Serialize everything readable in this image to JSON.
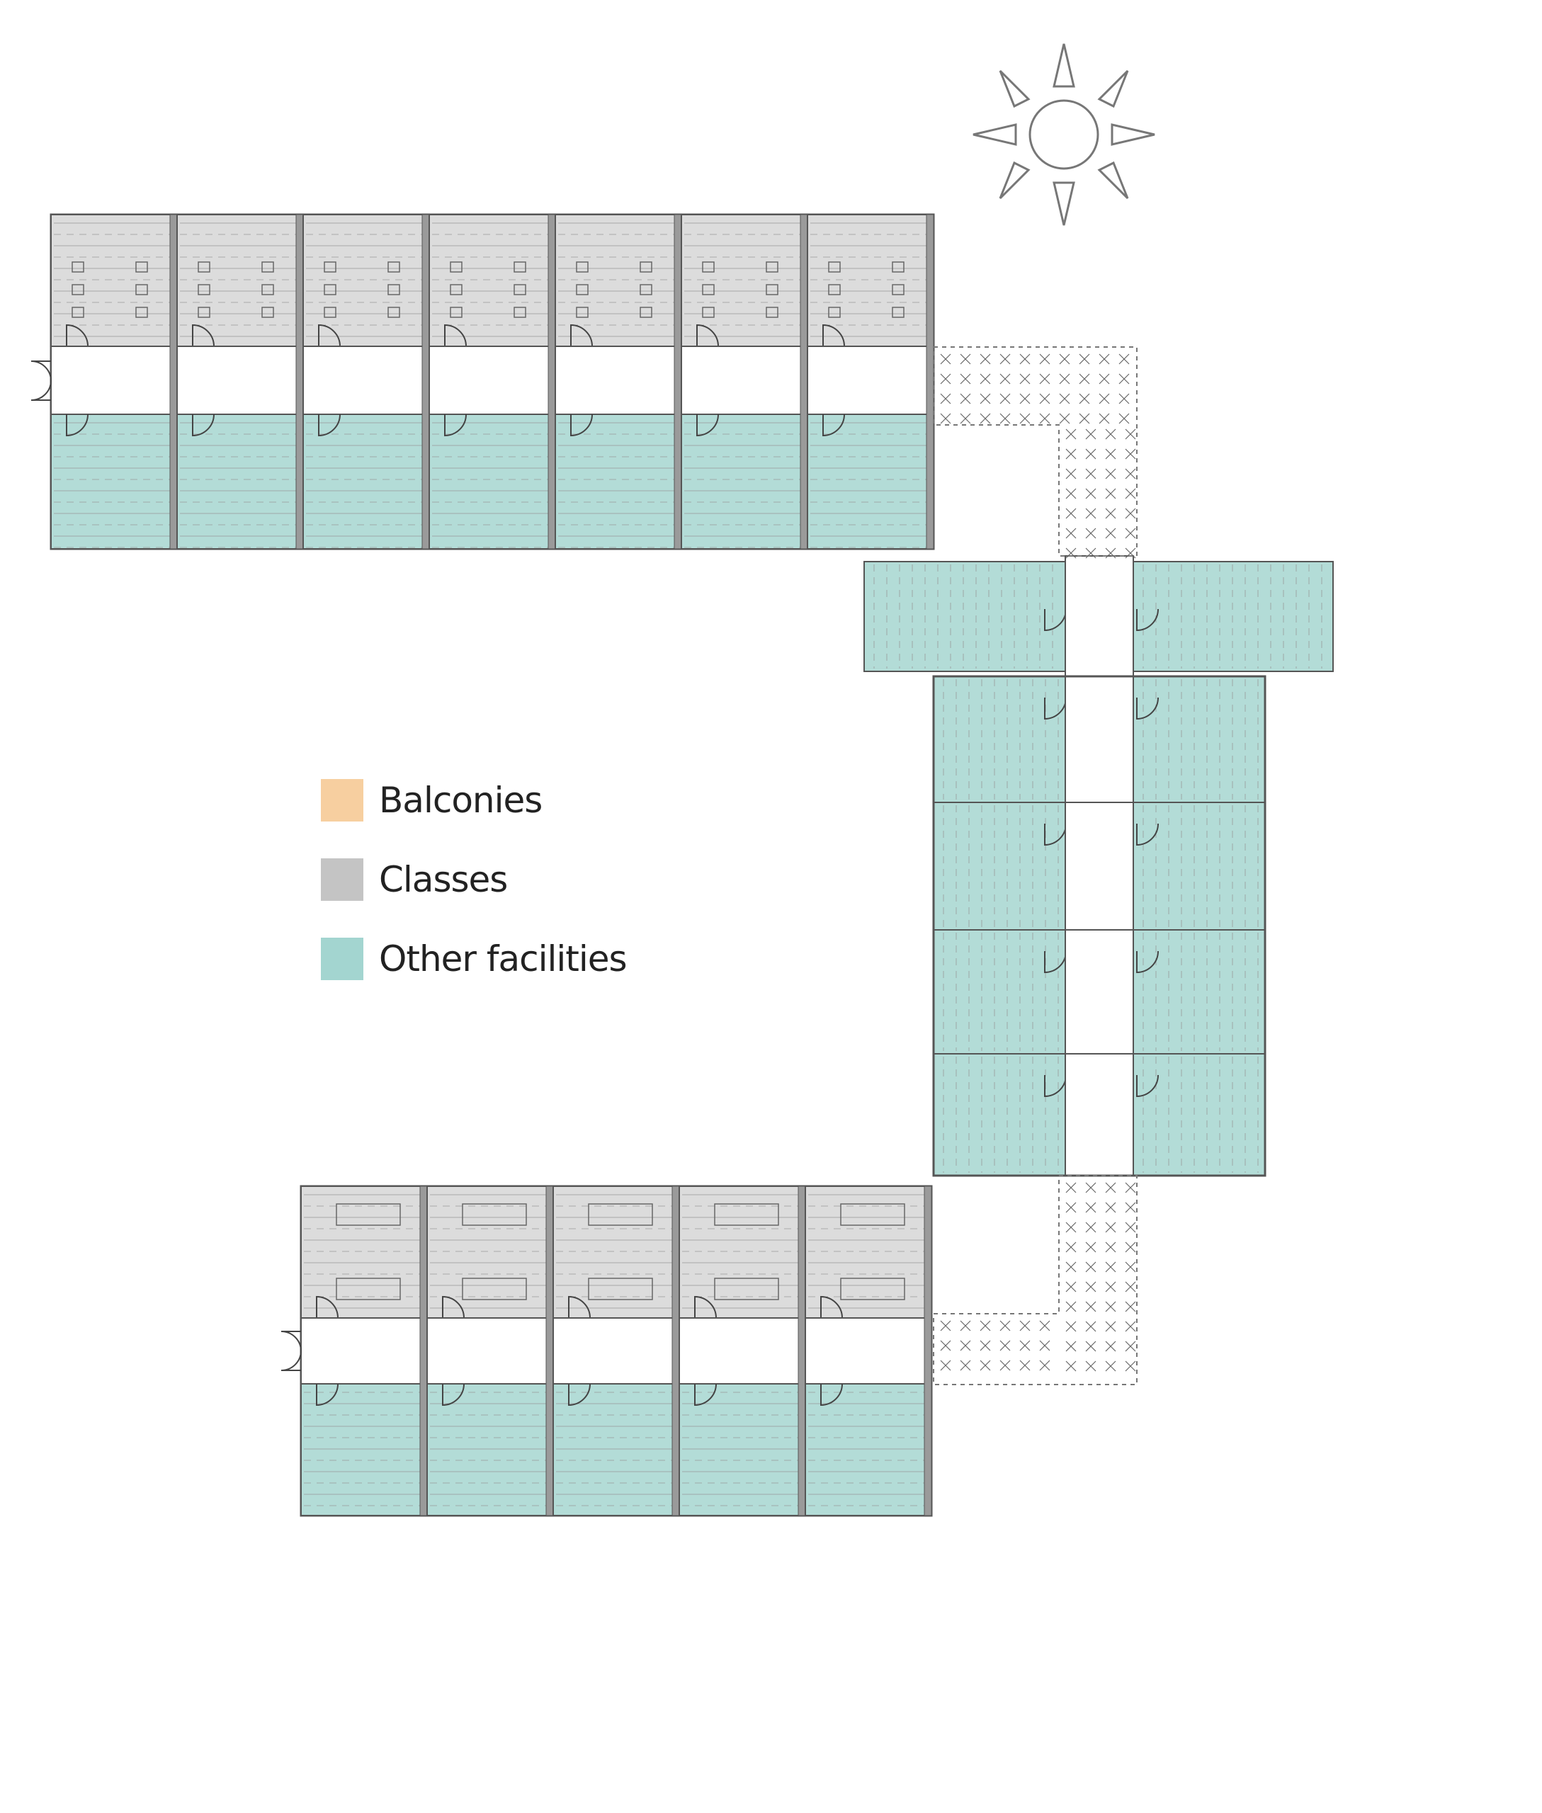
{
  "legend": {
    "items": [
      {
        "label": "Balconies",
        "color": "#f7cfa0"
      },
      {
        "label": "Classes",
        "color": "#c4c4c4"
      },
      {
        "label": "Other facilities",
        "color": "#a3d5d0"
      }
    ]
  },
  "colors": {
    "classes": "#dcdcdc",
    "facilities": "#b3dcd7",
    "corridor": "#ffffff",
    "line": "#555555",
    "walkway": "#777777"
  },
  "icons": [
    "sun-icon"
  ]
}
